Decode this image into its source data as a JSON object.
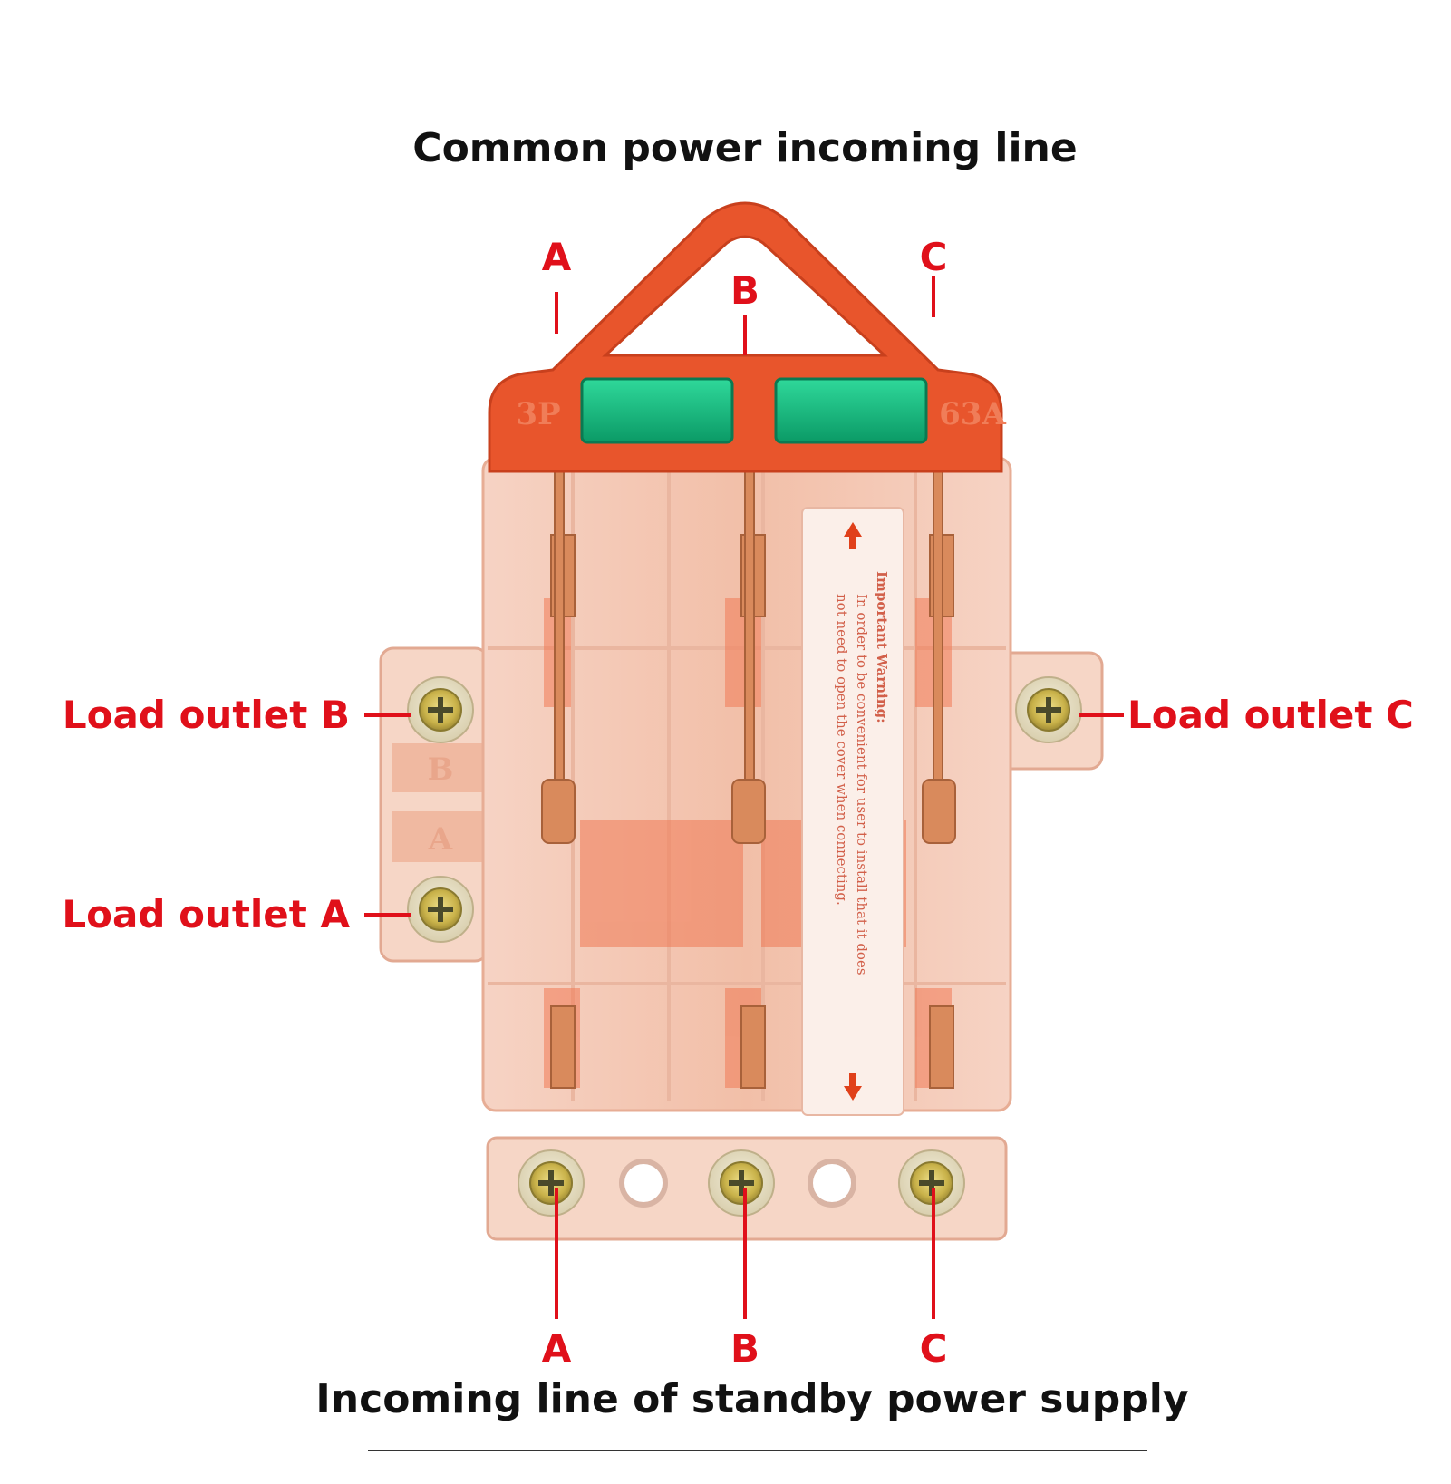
{
  "titles": {
    "top": "Common power incoming line",
    "bottom": "Incoming line of standby power supply"
  },
  "top_phase_labels": {
    "a": "A",
    "b": "B",
    "c": "C"
  },
  "bottom_phase_labels": {
    "a": "A",
    "b": "B",
    "c": "C"
  },
  "side_labels": {
    "load_outlet_b": "Load outlet B",
    "load_outlet_a": "Load outlet A",
    "load_outlet_c": "Load outlet C"
  },
  "device": {
    "handle_left_marking": "3P",
    "handle_right_marking": "63A",
    "side_marking_b": "B",
    "side_marking_a": "A",
    "warning_title": "Important Warning:",
    "warning_line1": "In order to be convenient for user to install that it does",
    "warning_line2": "not need to open the cover when connecting."
  },
  "colors": {
    "annotation": "#e0101a",
    "title": "#111111",
    "handle": "#e8552c",
    "indicator": "#12b27a",
    "copper": "#d98a5c",
    "body_tint": "#f3c4b0",
    "screw_gold": "#c9b24a"
  },
  "icons": [
    "phillips-screw-icon",
    "arrow-up-icon",
    "arrow-down-icon"
  ]
}
